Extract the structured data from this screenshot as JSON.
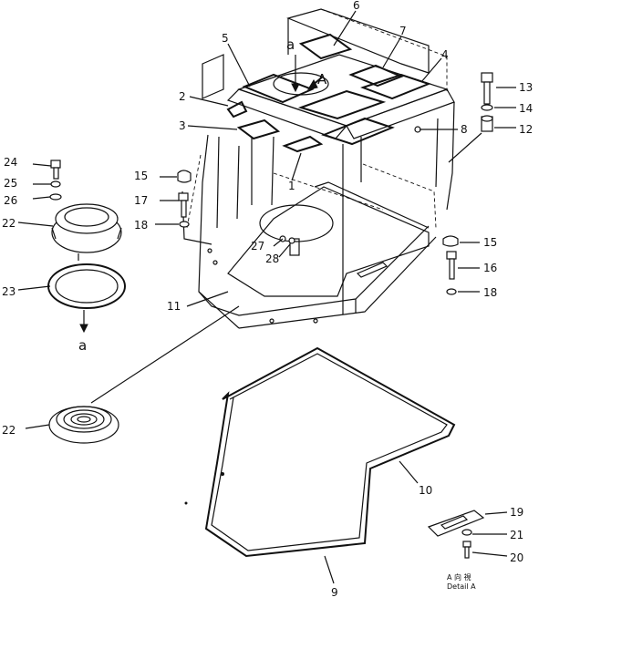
{
  "callouts": [
    {
      "id": "n1",
      "text": "1"
    },
    {
      "id": "n2",
      "text": "2"
    },
    {
      "id": "n3",
      "text": "3"
    },
    {
      "id": "n4",
      "text": "4"
    },
    {
      "id": "n5",
      "text": "5"
    },
    {
      "id": "n6",
      "text": "6"
    },
    {
      "id": "n7",
      "text": "7"
    },
    {
      "id": "n8",
      "text": "8"
    },
    {
      "id": "n9",
      "text": "9"
    },
    {
      "id": "n10",
      "text": "10"
    },
    {
      "id": "n11",
      "text": "11"
    },
    {
      "id": "n12",
      "text": "12"
    },
    {
      "id": "n13",
      "text": "13"
    },
    {
      "id": "n14",
      "text": "14"
    },
    {
      "id": "n15a",
      "text": "15"
    },
    {
      "id": "n15b",
      "text": "15"
    },
    {
      "id": "n16",
      "text": "16"
    },
    {
      "id": "n17",
      "text": "17"
    },
    {
      "id": "n18a",
      "text": "18"
    },
    {
      "id": "n18b",
      "text": "18"
    },
    {
      "id": "n19",
      "text": "19"
    },
    {
      "id": "n20",
      "text": "20"
    },
    {
      "id": "n21",
      "text": "21"
    },
    {
      "id": "n22a",
      "text": "22"
    },
    {
      "id": "n22b",
      "text": "22"
    },
    {
      "id": "n23",
      "text": "23"
    },
    {
      "id": "n24",
      "text": "24"
    },
    {
      "id": "n25",
      "text": "25"
    },
    {
      "id": "n26",
      "text": "26"
    },
    {
      "id": "n27",
      "text": "27"
    },
    {
      "id": "n28",
      "text": "28"
    }
  ],
  "view_markers": {
    "a_top": "a",
    "A_top": "A",
    "a_bottom": "a"
  },
  "detail": {
    "line1": "A  向  視",
    "line2": "Detail  A"
  }
}
